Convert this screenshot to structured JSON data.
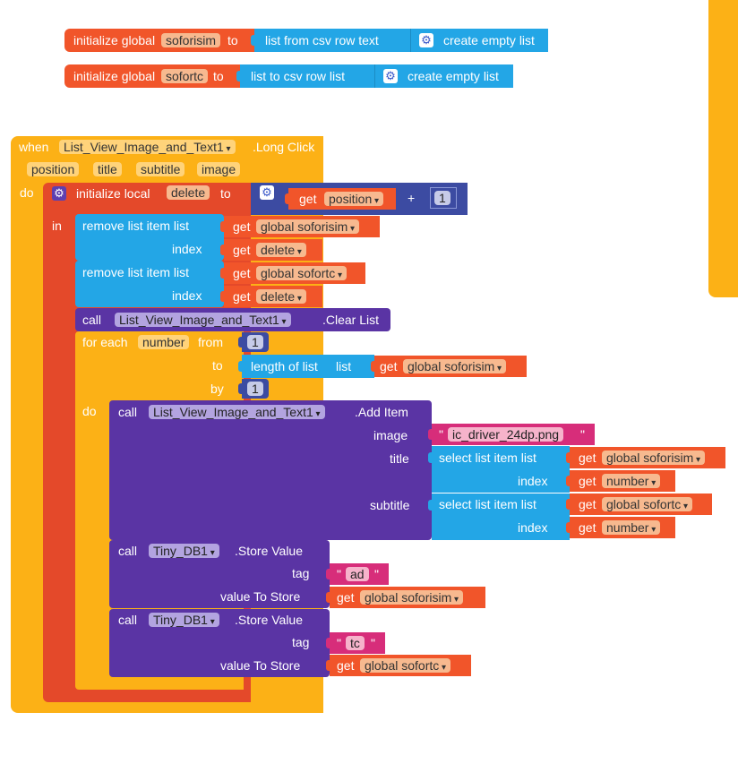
{
  "globals": [
    {
      "kw": "initialize global",
      "name": "soforisim",
      "to": "to",
      "fn": "list from csv row  text",
      "arg": "create empty list"
    },
    {
      "kw": "initialize global",
      "name": "sofortc",
      "to": "to",
      "fn": "list to csv row  list",
      "arg": "create empty list"
    }
  ],
  "event": {
    "when": "when",
    "component": "List_View_Image_and_Text1",
    "event_name": ".Long Click",
    "params": [
      "position",
      "title",
      "subtitle",
      "image"
    ],
    "do": "do"
  },
  "local": {
    "kw": "initialize local",
    "name": "delete",
    "to": "to",
    "in": "in",
    "get": "get",
    "var": "position",
    "op": "+",
    "num": "1"
  },
  "remove1": {
    "label": "remove list item  list",
    "index": "index",
    "get": "get",
    "list_var": "global soforisim",
    "index_var": "delete"
  },
  "remove2": {
    "label": "remove list item  list",
    "index": "index",
    "get": "get",
    "list_var": "global sofortc",
    "index_var": "delete"
  },
  "clear": {
    "call": "call",
    "component": "List_View_Image_and_Text1",
    "method": ".Clear List"
  },
  "foreach": {
    "label": "for each",
    "var": "number",
    "from": "from",
    "from_val": "1",
    "to": "to",
    "length": "length of list",
    "list": "list",
    "get": "get",
    "list_var": "global soforisim",
    "by": "by",
    "by_val": "1",
    "do": "do"
  },
  "additem": {
    "call": "call",
    "component": "List_View_Image_and_Text1",
    "method": ".Add Item",
    "image": "image",
    "image_val": "ic_driver_24dp.png",
    "title": "title",
    "subtitle": "subtitle",
    "select": "select list item  list",
    "index": "index",
    "get": "get",
    "title_list": "global soforisim",
    "title_idx": "number",
    "subtitle_list": "global sofortc",
    "subtitle_idx": "number"
  },
  "store1": {
    "call": "call",
    "component": "Tiny_DB1",
    "method": ".Store Value",
    "tag": "tag",
    "tag_val": "ad",
    "value": "value To Store",
    "get": "get",
    "var": "global soforisim"
  },
  "store2": {
    "call": "call",
    "component": "Tiny_DB1",
    "method": ".Store Value",
    "tag": "tag",
    "tag_val": "tc",
    "value": "value To Store",
    "get": "get",
    "var": "global sofortc"
  },
  "quote": "\"",
  "gear_icon": "gear-icon",
  "colors": {
    "variables": "#f1552a",
    "lists": "#23a6e6",
    "math": "#3c4ba2",
    "components": "#5a34a4",
    "text": "#d72d7a",
    "control": "#fcb116",
    "events": "#fcb116"
  }
}
